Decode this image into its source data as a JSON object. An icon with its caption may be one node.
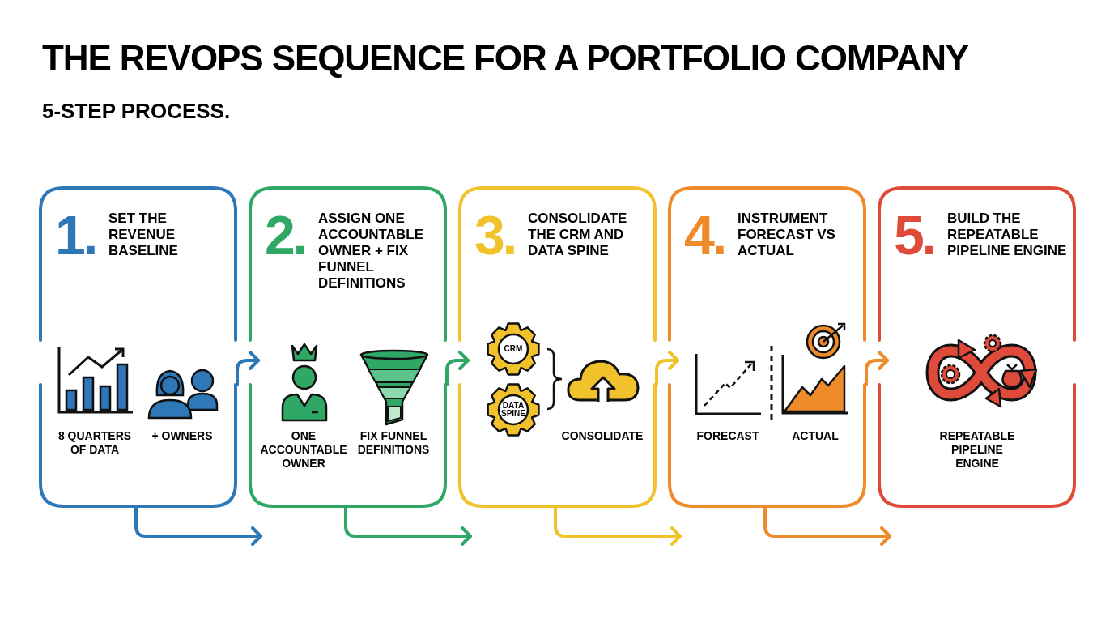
{
  "diagram": {
    "title": "THE REVOPS SEQUENCE FOR A PORTFOLIO COMPANY",
    "nodes": [
      {
        "text": [
          "1.",
          "SET THE REVENUE BASELINE",
          "8 QUARTERS OF DATA",
          "+ OWNERS"
        ]
      },
      {
        "text": [
          "2.",
          "ASSIGN ONE ACCOUNTABLE OWNER + FIX FUNNEL DEFINITIONS",
          "ONE ACCOUNTABLE OWNER",
          "FIX FUNNEL DEFINITIONS"
        ]
      },
      {
        "text": [
          "3.",
          "CONSOLIDATE THE CRM AND DATA SPINE",
          "CONSOLIDATE"
        ]
      },
      {
        "text": [
          "CRM"
        ],
        "in": 2
      },
      {
        "text": [
          "DATA SPINE"
        ],
        "in": 2
      },
      {
        "text": [
          "4.",
          "INSTRUMENT FORECAST VS ACTUAL",
          "FORECAST",
          "ACTUAL"
        ]
      },
      {
        "text": [
          "5.",
          "BUILD THE REPEATABLE PIPELINE ENGINE",
          "REPEATABLE PIPELINE ENGINE"
        ]
      }
    ],
    "edges": [
      {
        "from": 0,
        "to": 1,
        "arrow": "to",
        "color": "#2f78b7"
      },
      {
        "from": 1,
        "to": 2,
        "arrow": "to",
        "color": "#2fa866"
      },
      {
        "from": 2,
        "to": 5,
        "arrow": "to",
        "color": "#f1c22b"
      },
      {
        "from": 5,
        "to": 6,
        "arrow": "to",
        "color": "#ee8b2b"
      },
      {
        "from": 0,
        "to": 1,
        "arrow": "to",
        "color": "#2f78b7"
      },
      {
        "from": 1,
        "to": 2,
        "arrow": "to",
        "color": "#2fa866"
      },
      {
        "from": 2,
        "to": 5,
        "arrow": "to",
        "color": "#f1c22b"
      },
      {
        "from": 5,
        "to": 6,
        "arrow": "to",
        "color": "#ee8b2b"
      }
    ],
    "labels": [
      "5-STEP PROCESS."
    ]
  }
}
